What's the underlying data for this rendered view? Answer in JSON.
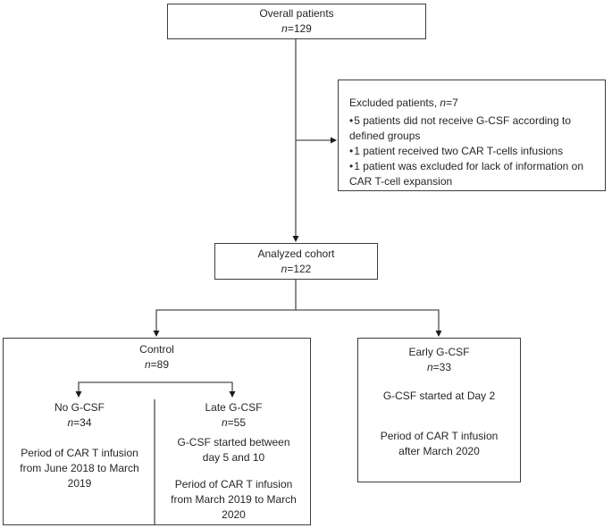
{
  "figure": {
    "bullet": "•",
    "boxes": {
      "overall": {
        "title": "Overall patients",
        "n_italic": "n",
        "n_value": "=129"
      },
      "excluded": {
        "title_prefix": "Excluded patients, ",
        "n_italic": "n",
        "n_value": "=7",
        "bullets": [
          "5 patients did not receive G-CSF according to defined groups",
          "1 patient received two CAR T-cells infusions",
          "1 patient was excluded for lack of information on CAR T-cell expansion"
        ]
      },
      "analyzed": {
        "title": "Analyzed cohort",
        "n_italic": "n",
        "n_value": "=122"
      },
      "control": {
        "title": "Control",
        "n_italic": "n",
        "n_value": "=89"
      },
      "no_gcsf": {
        "title": "No G-CSF",
        "n_italic": "n",
        "n_value": "=34",
        "period": "Period of CAR T infusion from June 2018 to March 2019"
      },
      "late_gcsf": {
        "title": "Late G-CSF",
        "n_italic": "n",
        "n_value": "=55",
        "start": "G-CSF started between day 5 and 10",
        "period": "Period of CAR T infusion from March 2019 to March 2020"
      },
      "early_gcsf": {
        "title": "Early G-CSF",
        "n_italic": "n",
        "n_value": "=33",
        "start": "G-CSF started at Day 2",
        "period": "Period of CAR T infusion after March 2020"
      }
    },
    "colors": {
      "background": "#ffffff",
      "box_border": "#3d3d3d",
      "connector": "#4d4d4d",
      "arrowhead": "#1c1c1c",
      "text": "#262626"
    }
  }
}
